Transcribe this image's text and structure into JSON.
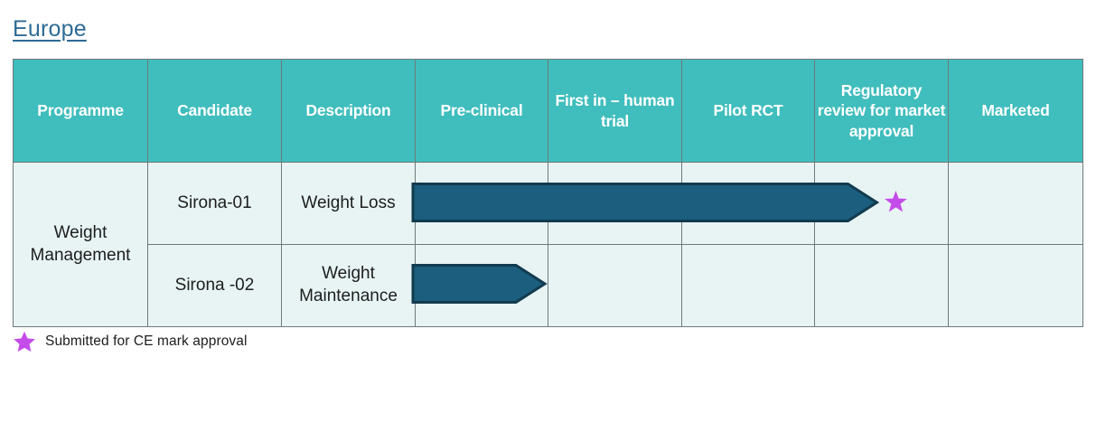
{
  "title": "Europe",
  "colors": {
    "title": "#2E6B96",
    "header_bg": "#40BDBD",
    "header_text": "#FFFFFF",
    "cell_bg": "#E8F4F4",
    "grid": "#6E7A7A",
    "arrow_fill": "#1B5E7E",
    "arrow_stroke": "#123B4E",
    "star": "#C44CE8"
  },
  "table": {
    "columns": [
      {
        "key": "programme",
        "label": "Programme"
      },
      {
        "key": "candidate",
        "label": "Candidate"
      },
      {
        "key": "description",
        "label": "Description"
      },
      {
        "key": "preclinical",
        "label": "Pre-clinical"
      },
      {
        "key": "first_in_human",
        "label": "First in – human trial"
      },
      {
        "key": "pilot_rct",
        "label": "Pilot RCT"
      },
      {
        "key": "regulatory",
        "label": "Regulatory review for market approval"
      },
      {
        "key": "marketed",
        "label": "Marketed"
      }
    ],
    "programmes": [
      {
        "name": "Weight Management",
        "rows": [
          {
            "candidate": "Sirona-01",
            "description": "Weight Loss",
            "progress_start_stage": 0,
            "progress_end_stage": 3,
            "progress_fraction": 0.51,
            "milestone": "star"
          },
          {
            "candidate": "Sirona -02",
            "description": "Weight Maintenance",
            "progress_start_stage": 0,
            "progress_end_stage": 0,
            "progress_fraction": 1.0,
            "milestone": null
          }
        ]
      }
    ]
  },
  "legend": {
    "icon": "star-icon",
    "text": "Submitted for CE mark approval"
  }
}
